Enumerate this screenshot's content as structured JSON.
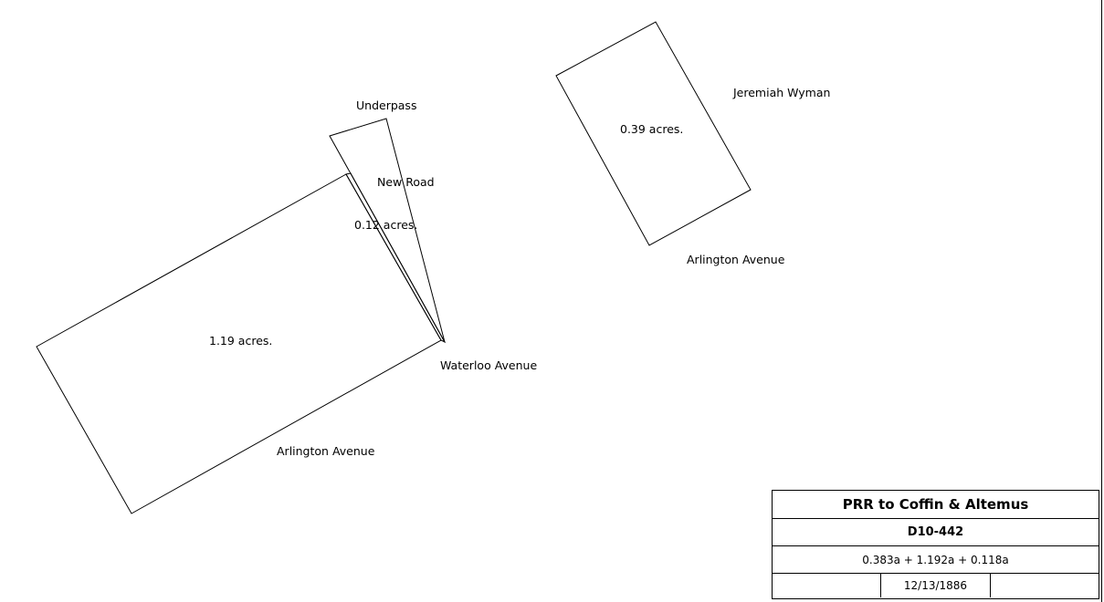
{
  "labels": {
    "underpass": "Underpass",
    "new_road": "New Road",
    "small_parcel_area": "0.12 acres.",
    "large_parcel_area": "1.19 acres.",
    "waterloo": "Waterloo Avenue",
    "arlington_lower": "Arlington Avenue",
    "neighbor": "Jeremiah Wyman",
    "right_parcel_area": "0.39 acres.",
    "arlington_upper": "Arlington Avenue"
  },
  "title_block": {
    "title": "PRR to Coffin & Altemus",
    "doc_number": "D10-442",
    "areas": "0.383a + 1.192a + 0.118a",
    "left_cell": "",
    "date": "12/13/1886",
    "right_cell": ""
  },
  "colors": {
    "lines": "#000000",
    "background": "#ffffff"
  }
}
